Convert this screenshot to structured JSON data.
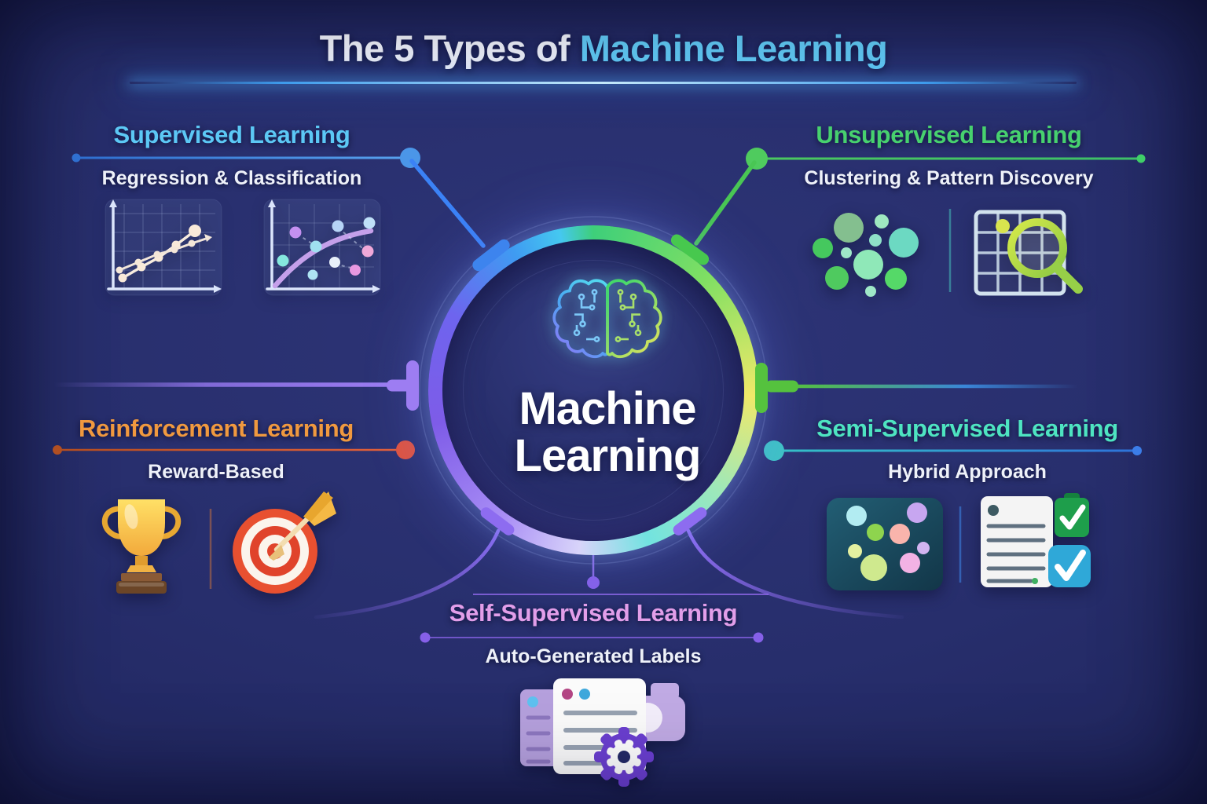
{
  "header": {
    "title_prefix": "The 5 Types of",
    "title_highlight": "Machine Learning"
  },
  "hub": {
    "label_line1": "Machine",
    "label_line2": "Learning",
    "icon": "brain-icon"
  },
  "sections": {
    "supervised": {
      "title": "Supervised Learning",
      "subtitle": "Regression & Classification",
      "accent_color": "#5cc8f5",
      "icons": [
        "regression-chart-icon",
        "classification-scatter-icon"
      ]
    },
    "unsupervised": {
      "title": "Unsupervised Learning",
      "subtitle": "Clustering & Pattern Discovery",
      "accent_color": "#47d16e",
      "icons": [
        "cluster-bubbles-icon",
        "grid-magnifier-icon"
      ]
    },
    "reinforcement": {
      "title": "Reinforcement Learning",
      "subtitle": "Reward-Based",
      "accent_color": "#f0993f",
      "icons": [
        "trophy-icon",
        "target-arrow-icon"
      ]
    },
    "semi_supervised": {
      "title": "Semi-Supervised Learning",
      "subtitle": "Hybrid Approach",
      "accent_color": "#4ee4c1",
      "icons": [
        "labeled-dots-panel-icon",
        "checklist-checks-icon"
      ]
    },
    "self_supervised": {
      "title": "Self-Supervised Learning",
      "subtitle": "Auto-Generated Labels",
      "accent_color": "#e29ee9",
      "icons": [
        "document-gear-camera-icon"
      ]
    }
  },
  "colors": {
    "background": "#262e6c",
    "title_highlight": "#63ccf6",
    "hub_ring": [
      "#45c8f0",
      "#3ecf7a",
      "#f0e969",
      "#72e3e0",
      "#a98ef5",
      "#7e5ce8"
    ]
  }
}
